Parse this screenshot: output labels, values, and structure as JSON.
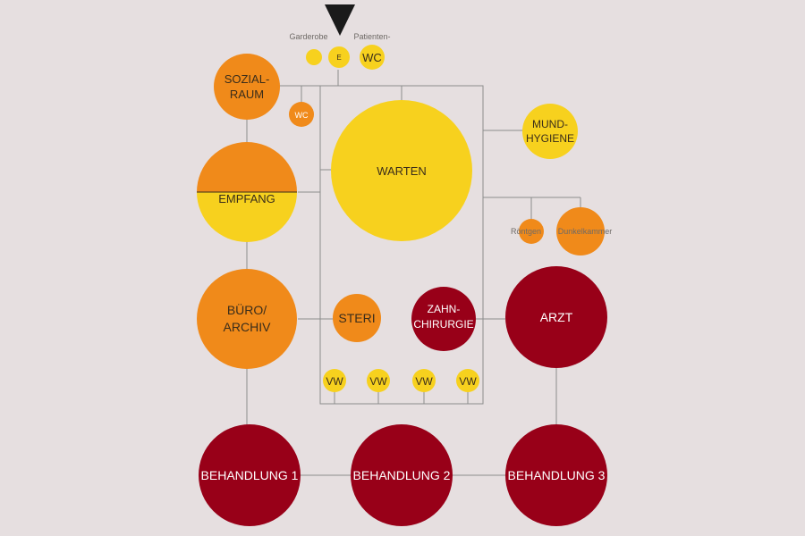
{
  "colors": {
    "background": "#e6dfe0",
    "yellow": "#f7d11e",
    "orange": "#f08a1a",
    "dark_red": "#980018",
    "line": "#8c8c8c"
  },
  "entrance": {
    "icon": "entrance-arrow-icon",
    "label_left": "Garderobe",
    "label_right": "Patienten-",
    "small_circle_label": "E",
    "wc_label": "WC"
  },
  "rooms": {
    "sozialraum": [
      "SOZIAL-",
      "RAUM"
    ],
    "wc_staff": "WC",
    "empfang": "EMPFANG",
    "warten": "WARTEN",
    "mundhygiene": [
      "MUND-",
      "HYGIENE"
    ],
    "roentgen": "Röntgen",
    "dunkelkammer": "Dunkelkammer",
    "buero": [
      "BÜRO/",
      "ARCHIV"
    ],
    "steri": "STERI",
    "zahnchirurgie": [
      "ZAHN-",
      "CHIRURGIE"
    ],
    "arzt": "ARZT",
    "vw_label": "VW",
    "behandlung_1": "BEHANDLUNG 1",
    "behandlung_2": "BEHANDLUNG 2",
    "behandlung_3": "BEHANDLUNG 3"
  }
}
